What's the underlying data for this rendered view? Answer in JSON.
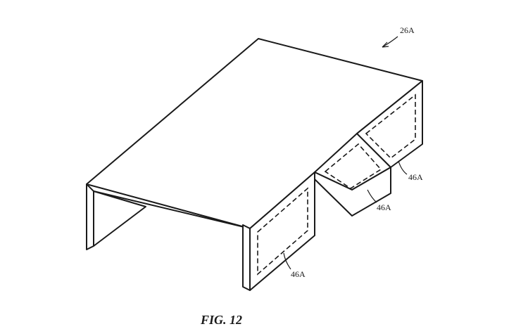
{
  "figure": {
    "caption": "FIG. 12",
    "reference_labels": {
      "assembly": "26A",
      "left_leg_region": "46A",
      "fold_region_front": "46A",
      "fold_region_side": "46A"
    }
  }
}
